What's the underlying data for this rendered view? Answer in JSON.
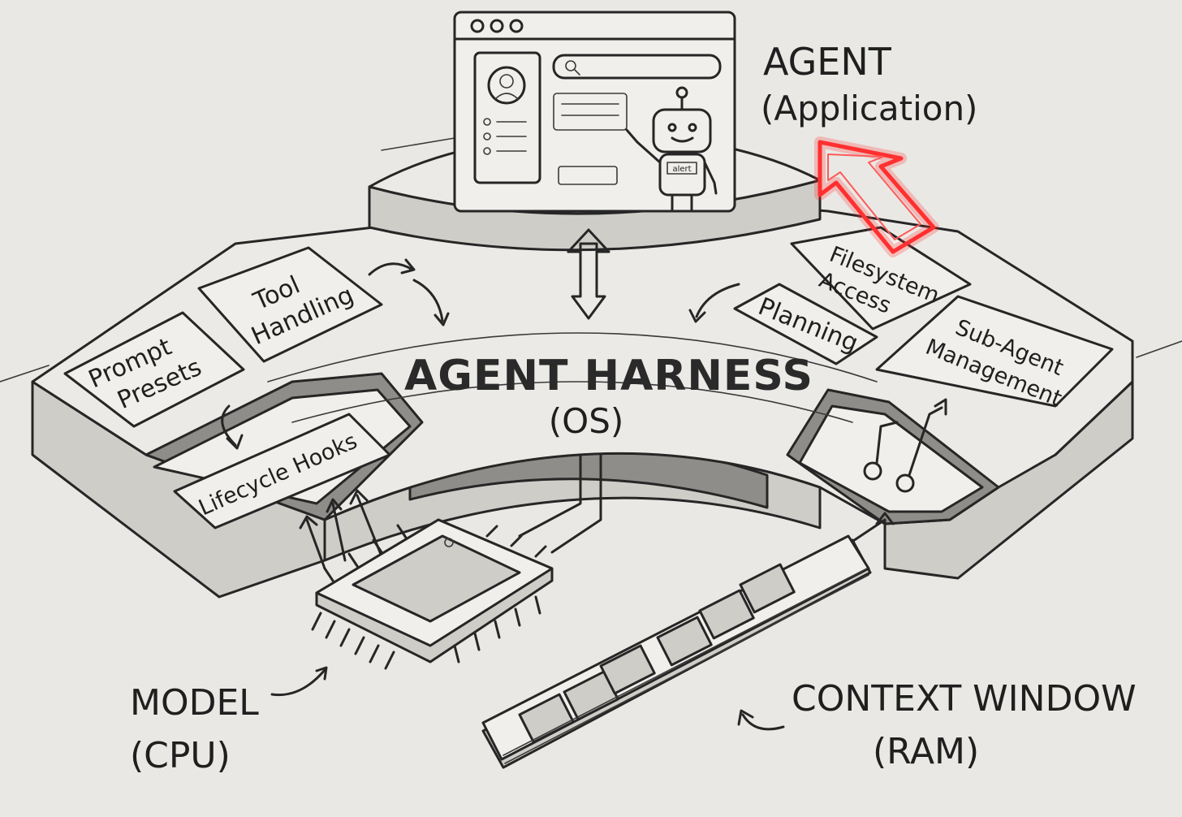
{
  "agent": {
    "title": "AGENT",
    "subtitle": "(Application)"
  },
  "harness": {
    "title": "AGENT HARNESS",
    "subtitle": "(OS)"
  },
  "modules": {
    "prompt_presets": [
      "Prompt",
      "Presets"
    ],
    "tool_handling": [
      "Tool",
      "Handling"
    ],
    "lifecycle_hooks": "Lifecycle Hooks",
    "filesystem_access": [
      "Filesystem",
      "Access"
    ],
    "planning": "Planning",
    "sub_agent_management": [
      "Sub-Agent",
      "Management"
    ]
  },
  "model": {
    "title": "MODEL",
    "subtitle": "(CPU)"
  },
  "context_window": {
    "title": "CONTEXT WINDOW",
    "subtitle": "(RAM)"
  },
  "robot_badge": "alert",
  "colors": {
    "ink": "#262626",
    "paper": "#e9e8e4",
    "highlight_arrow": "#ff2a2a"
  }
}
